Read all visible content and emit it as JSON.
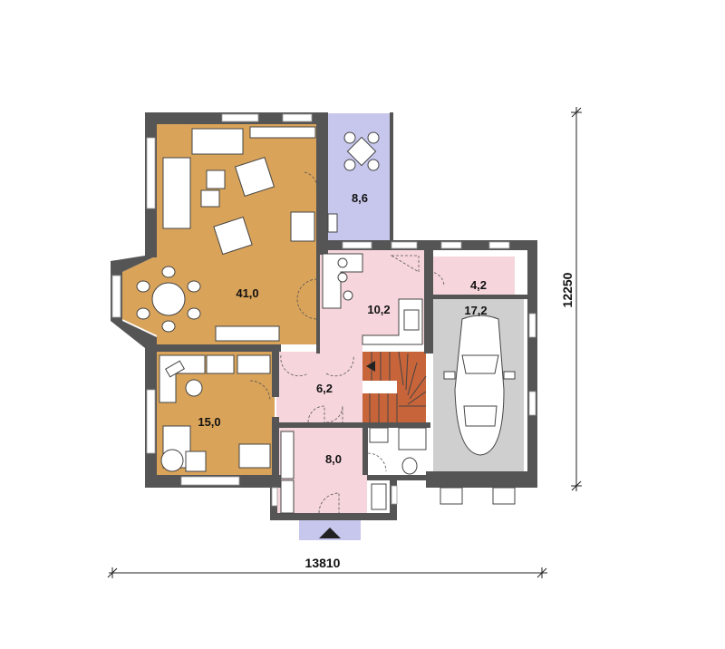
{
  "rooms": [
    {
      "id": "living",
      "area": "41,0",
      "color": "#d9a35a"
    },
    {
      "id": "terrace",
      "area": "8,6",
      "color": "#c7c7ee"
    },
    {
      "id": "kitchen",
      "area": "10,2",
      "color": "#f6d6dc"
    },
    {
      "id": "utility",
      "area": "4,2",
      "color": "#f6d6dc"
    },
    {
      "id": "garage",
      "area": "17,2",
      "color": "#cfcfcf"
    },
    {
      "id": "hall",
      "area": "6,2",
      "color": "#f6d6dc"
    },
    {
      "id": "office",
      "area": "15,0",
      "color": "#d9a35a"
    },
    {
      "id": "entry",
      "area": "8,0",
      "color": "#f6d6dc"
    },
    {
      "id": "stairs",
      "area": "",
      "color": "#c8643a"
    },
    {
      "id": "wc",
      "area": "",
      "color": "#ffffff"
    },
    {
      "id": "porch",
      "area": "",
      "color": "#c7c7ee"
    }
  ],
  "dimensions": {
    "width": "13810",
    "height": "12250"
  },
  "colors": {
    "wall": "#555555",
    "stairs": "#c8643a"
  }
}
